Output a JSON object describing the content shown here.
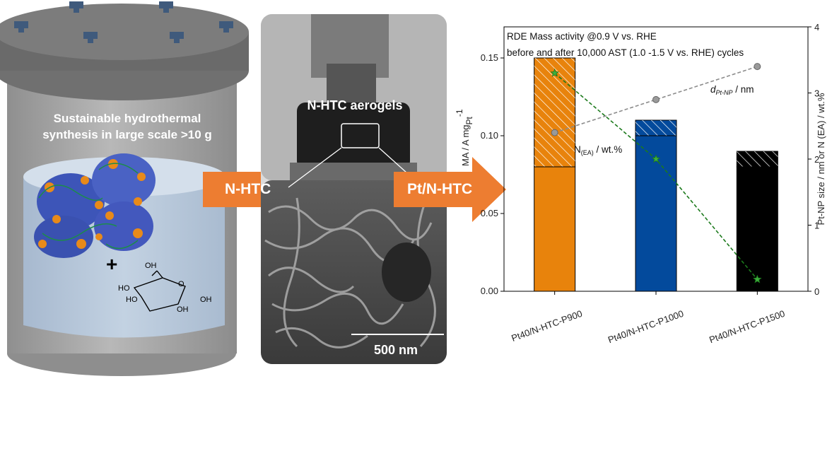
{
  "scheme": {
    "vessel_caption": [
      "Sustainable hydrothermal",
      "synthesis in large scale >10 g"
    ],
    "plus_sign": "+",
    "arrow_left_label": "N-HTC",
    "arrow_right_label": "Pt/N-HTC",
    "photo_label": "N-HTC aerogels",
    "scale_bar_label": "500 nm",
    "glucose_labels": [
      "OH",
      "HO",
      "HO",
      "O",
      "OH",
      "OH"
    ]
  },
  "chart_data": {
    "type": "bar",
    "title": "RDE Mass activity @0.9 V vs. RHE",
    "subtitle": "before and after 10,000 AST (1.0 -1.5 V vs. RHE) cycles",
    "categories": [
      "Pt40/N-HTC-P900",
      "Pt40/N-HTC-P1000",
      "Pt40/N-HTC-P1500"
    ],
    "ylabel": "MA /  A mg",
    "ylabel_sub": "Pt",
    "ylabel_sup": "-1",
    "y2label": "Pt-NP size / nm or N (EA) / wt.%",
    "ylim": [
      0,
      0.17
    ],
    "y2lim": [
      0,
      4
    ],
    "yticks": [
      "0.00",
      "0.05",
      "0.10",
      "0.15"
    ],
    "y2ticks": [
      "0",
      "1",
      "2",
      "3",
      "4"
    ],
    "series": [
      {
        "values": [
          0.08,
          0.1,
          0.08
        ],
        "colors": [
          "#e8830c",
          "#034a9c",
          "#000000"
        ]
      },
      {
        "values": [
          0.15,
          0.11,
          0.09
        ],
        "colors": [
          "#e8830c",
          "#034a9c",
          "#000000"
        ],
        "hatched": true
      }
    ],
    "lines": [
      {
        "name": "d",
        "name_sub": "Pt-NP",
        "name_suffix": " / nm",
        "axis": "right",
        "values": [
          2.4,
          2.9,
          3.4
        ],
        "color": "#8c8c8c"
      },
      {
        "name": "N",
        "name_sub": "(EA)",
        "name_suffix": " / wt.%",
        "axis": "right",
        "values": [
          3.3,
          2.0,
          0.18
        ],
        "color": "#1c7a1c"
      }
    ],
    "legend": "top-left",
    "grid": false
  }
}
